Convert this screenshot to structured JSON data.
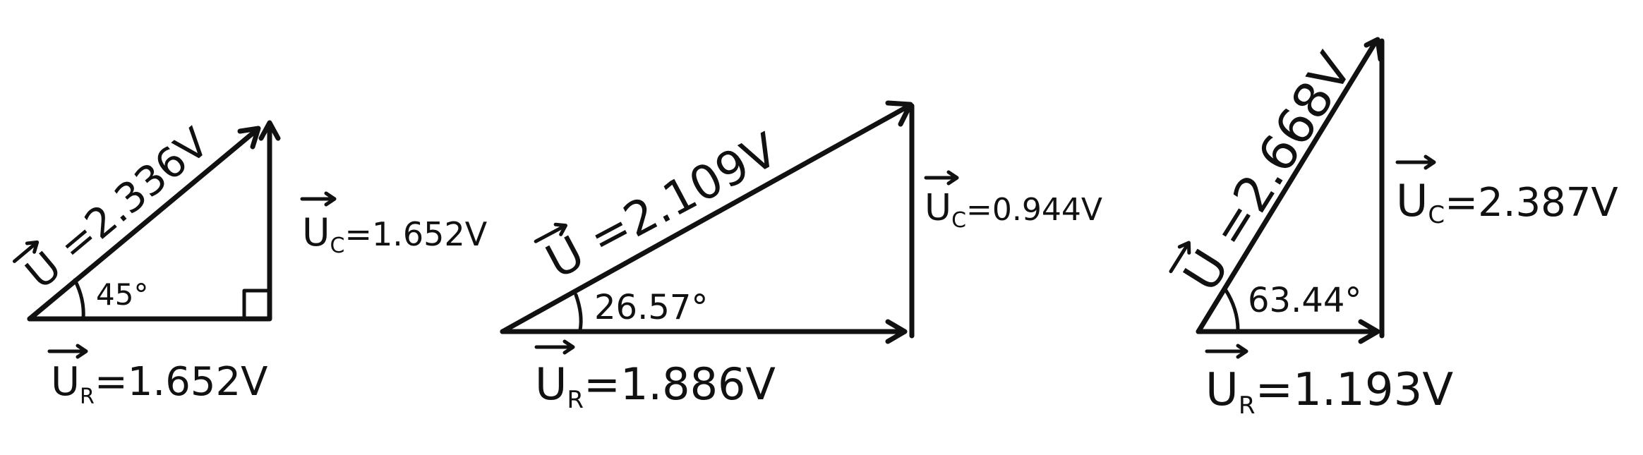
{
  "colors": {
    "ink": "#111111",
    "background": "#ffffff"
  },
  "diagrams": [
    {
      "hyp": "U",
      "hyp_value": "=2.336V",
      "side_symbol": "U",
      "side_sub": "C",
      "side_value": "=1.652V",
      "base_symbol": "U",
      "base_sub": "R",
      "base_value": "=1.652V",
      "angle": "45°"
    },
    {
      "hyp": "U",
      "hyp_value": "=2.109V",
      "side_symbol": "U",
      "side_sub": "C",
      "side_value": "=0.944V",
      "base_symbol": "U",
      "base_sub": "R",
      "base_value": "=1.886V",
      "angle": "26.57°"
    },
    {
      "hyp": "U",
      "hyp_value": "=2.668V",
      "side_symbol": "U",
      "side_sub": "C",
      "side_value": "=2.387V",
      "base_symbol": "U",
      "base_sub": "R",
      "base_value": "=1.193V",
      "angle": "63.44°"
    }
  ]
}
